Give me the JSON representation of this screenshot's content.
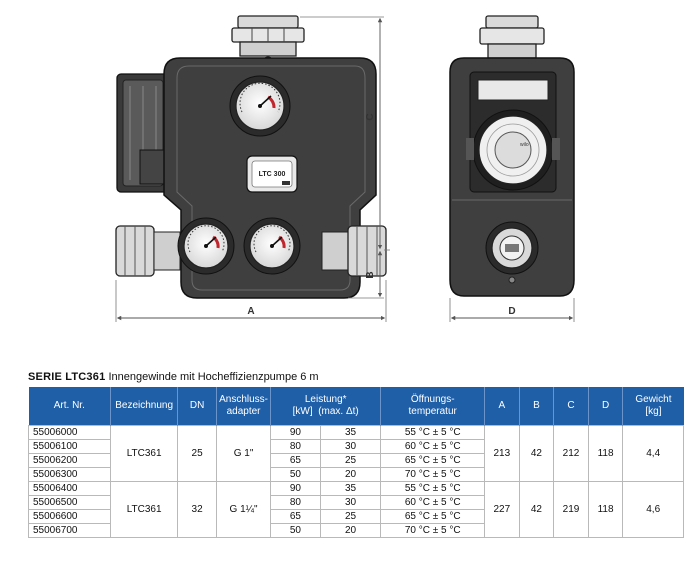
{
  "drawing": {
    "dims": {
      "a": "A",
      "b": "B",
      "c": "C",
      "d": "D"
    },
    "badge": "LTC 300",
    "pump_brand": "wilo"
  },
  "series": {
    "name": "SERIE LTC361",
    "description": "Innengewinde mit Hocheffizienzpumpe 6 m"
  },
  "table": {
    "headers": {
      "art": "Art. Nr.",
      "bez": "Bezeichnung",
      "dn": "DN",
      "ansch_1": "Anschluss-",
      "ansch_2": "adapter",
      "leist": "Leistung*",
      "leist_kw": "[kW]",
      "leist_dt": "(max. Δt)",
      "oeff_1": "Öffnungs-",
      "oeff_2": "temperatur",
      "a": "A",
      "b": "B",
      "c": "C",
      "d": "D",
      "gew_1": "Gewicht",
      "gew_2": "[kg]"
    },
    "groups": [
      {
        "bezeichnung": "LTC361",
        "dn": "25",
        "adapter": "G 1\"",
        "a": "213",
        "b": "42",
        "c": "212",
        "d": "118",
        "gewicht": "4,4",
        "rows": [
          {
            "art": "55006000",
            "kw": "90",
            "dt": "35",
            "temp": "55 °C ± 5 °C"
          },
          {
            "art": "55006100",
            "kw": "80",
            "dt": "30",
            "temp": "60 °C ± 5 °C"
          },
          {
            "art": "55006200",
            "kw": "65",
            "dt": "25",
            "temp": "65 °C ± 5 °C"
          },
          {
            "art": "55006300",
            "kw": "50",
            "dt": "20",
            "temp": "70 °C ± 5 °C"
          }
        ]
      },
      {
        "bezeichnung": "LTC361",
        "dn": "32",
        "adapter": "G 1¼\"",
        "a": "227",
        "b": "42",
        "c": "219",
        "d": "118",
        "gewicht": "4,6",
        "rows": [
          {
            "art": "55006400",
            "kw": "90",
            "dt": "35",
            "temp": "55 °C ± 5 °C"
          },
          {
            "art": "55006500",
            "kw": "80",
            "dt": "30",
            "temp": "60 °C ± 5 °C"
          },
          {
            "art": "55006600",
            "kw": "65",
            "temp": "65 °C ± 5 °C",
            "dt": "25"
          },
          {
            "art": "55006700",
            "kw": "50",
            "dt": "20",
            "temp": "70 °C ± 5 °C"
          }
        ]
      }
    ]
  }
}
